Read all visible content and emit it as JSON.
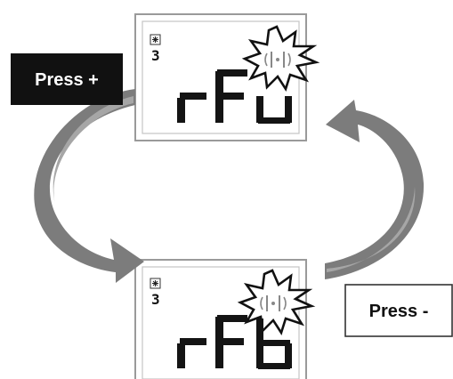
{
  "top_display": {
    "level": "3",
    "code": "rFu",
    "icon": "snowflake-icon",
    "burst_icon": "radio-signal-icon"
  },
  "bottom_display": {
    "level": "3",
    "code": "rFb",
    "icon": "snowflake-icon",
    "burst_icon": "radio-signal-icon"
  },
  "labels": {
    "press_plus": "Press +",
    "press_minus": "Press -"
  },
  "colors": {
    "arrow": "#7c7c7c",
    "dark_label_bg": "#111111",
    "segment": "#141414"
  }
}
